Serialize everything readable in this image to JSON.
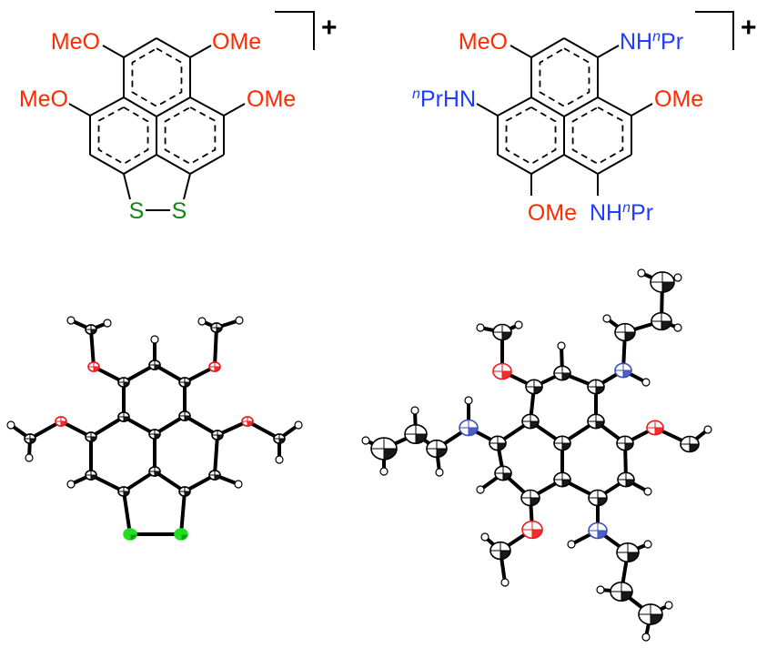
{
  "colors": {
    "oxygen": "#ff2a00",
    "nitrogen": "#1f3cff",
    "sulfur": "#118811",
    "carbon": "#000000",
    "ortep_sulfur": "#22dd22",
    "ortep_oxygen": "#ee1a1a",
    "ortep_nitrogen": "#3a4fbf"
  },
  "left_structure": {
    "charge": "+",
    "labels": {
      "top_left": "MeO",
      "top_right": "OMe",
      "mid_left": "MeO",
      "mid_right": "OMe",
      "s1": "S",
      "s2": "S"
    }
  },
  "right_structure": {
    "charge": "+",
    "labels": {
      "top_left": "MeO",
      "top_right": {
        "main": "NH",
        "sup": "n",
        "tail": "Pr"
      },
      "mid_left": {
        "sup": "n",
        "main": "PrHN"
      },
      "mid_right": "OMe",
      "bottom_left": "OMe",
      "bottom_right": {
        "main": "NH",
        "sup": "n",
        "tail": "Pr"
      }
    }
  }
}
